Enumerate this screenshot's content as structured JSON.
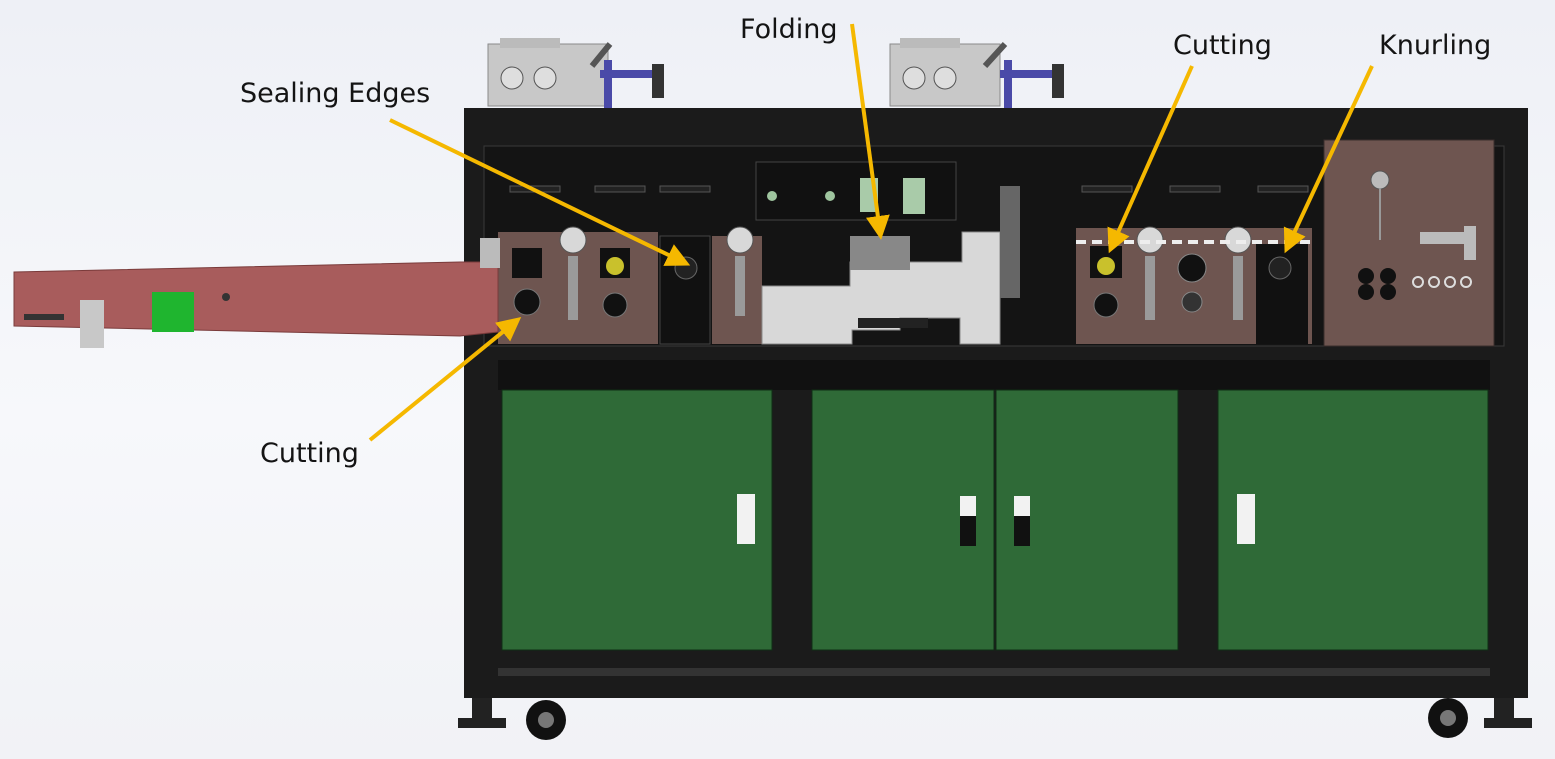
{
  "labels": {
    "sealing_edges": "Sealing Edges",
    "folding": "Folding",
    "cutting_right": "Cutting",
    "knurling": "Knurling",
    "cutting_left": "Cutting"
  },
  "colors": {
    "frame": "#1b1b1b",
    "doors": "#2f6a37",
    "conveyor": "#a85c5c",
    "arrow": "#f5b800",
    "station_plates": "#6e5550",
    "folding_guide": "#d8d8d8",
    "handwheel_accent": "#4a4aa8"
  }
}
